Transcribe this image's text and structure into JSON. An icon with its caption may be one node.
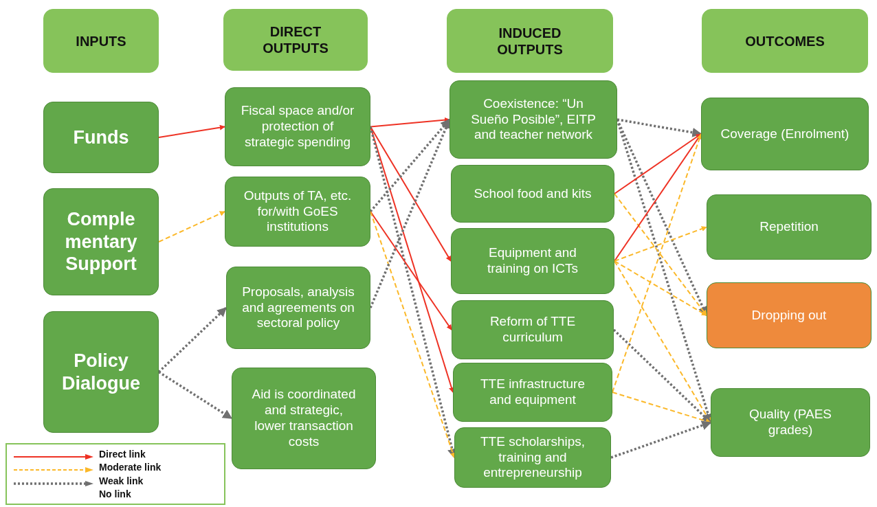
{
  "diagram": {
    "nodes": [
      {
        "text": [
          "INPUTS"
        ]
      },
      {
        "text": [
          "DIRECT OUTPUTS"
        ]
      },
      {
        "text": [
          "INDUCED OUTPUTS"
        ]
      },
      {
        "text": [
          "OUTCOMES"
        ]
      },
      {
        "text": [
          "Funds"
        ]
      },
      {
        "text": [
          "Comple mentary Support"
        ]
      },
      {
        "text": [
          "Policy Dialogue"
        ]
      },
      {
        "text": [
          "Fiscal space and/or protection of strategic spending"
        ]
      },
      {
        "text": [
          "Outputs of TA, etc. for/with GoES institutions"
        ]
      },
      {
        "text": [
          "Proposals, analysis and agreements on sectoral policy"
        ]
      },
      {
        "text": [
          "Aid is coordinated and strategic, lower transaction costs"
        ]
      },
      {
        "text": [
          "Coexistence: “Un Sueño Posible”, EITP and teacher network"
        ]
      },
      {
        "text": [
          "School food and kits"
        ]
      },
      {
        "text": [
          "Equipment and training on ICTs"
        ]
      },
      {
        "text": [
          "Reform of TTE curriculum"
        ]
      },
      {
        "text": [
          "TTE infrastructure and equipment"
        ]
      },
      {
        "text": [
          "TTE scholarships, training and entrepreneurship"
        ]
      },
      {
        "text": [
          "Coverage (Enrolment)"
        ]
      },
      {
        "text": [
          "Repetition"
        ]
      },
      {
        "text": [
          "Dropping out"
        ]
      },
      {
        "text": [
          "Quality (PAES grades)"
        ]
      }
    ],
    "edges": [
      {
        "from": 4,
        "to": 7,
        "arrow": "to",
        "color": "#ee3224"
      },
      {
        "from": 5,
        "to": 8,
        "arrow": "to",
        "style": "dashed",
        "color": "#fbb829"
      },
      {
        "from": 6,
        "to": 9,
        "arrow": "to",
        "style": "dashed"
      },
      {
        "from": 6,
        "to": 10,
        "arrow": "to",
        "style": "dashed"
      },
      {
        "from": 7,
        "to": 11,
        "arrow": "to",
        "color": "#ee3224"
      },
      {
        "from": 7,
        "to": 13,
        "arrow": "to",
        "color": "#ee3224"
      },
      {
        "from": 7,
        "to": 15,
        "arrow": "to",
        "color": "#ee3224"
      },
      {
        "from": 7,
        "to": 16,
        "arrow": "to",
        "style": "dashed"
      },
      {
        "from": 8,
        "to": 11,
        "arrow": "to",
        "style": "dashed"
      },
      {
        "from": 8,
        "to": 14,
        "arrow": "to",
        "color": "#ee3224"
      },
      {
        "from": 8,
        "to": 16,
        "arrow": "to",
        "style": "dashed",
        "color": "#fbb829"
      },
      {
        "from": 9,
        "to": 11,
        "arrow": "to",
        "style": "dashed"
      },
      {
        "from": 11,
        "to": 17,
        "arrow": "to",
        "style": "dashed"
      },
      {
        "from": 11,
        "to": 19,
        "arrow": "to",
        "style": "dashed"
      },
      {
        "from": 11,
        "to": 20,
        "arrow": "to",
        "style": "dashed"
      },
      {
        "from": 12,
        "to": 17,
        "arrow": "to",
        "color": "#ee3224"
      },
      {
        "from": 12,
        "to": 19,
        "arrow": "to",
        "style": "dashed",
        "color": "#fbb829"
      },
      {
        "from": 13,
        "to": 17,
        "arrow": "to",
        "color": "#ee3224"
      },
      {
        "from": 13,
        "to": 18,
        "arrow": "to",
        "style": "dashed",
        "color": "#fbb829"
      },
      {
        "from": 13,
        "to": 19,
        "arrow": "to",
        "style": "dashed",
        "color": "#fbb829"
      },
      {
        "from": 13,
        "to": 20,
        "arrow": "to",
        "style": "dashed",
        "color": "#fbb829"
      },
      {
        "from": 14,
        "to": 20,
        "arrow": "to",
        "style": "dashed"
      },
      {
        "from": 15,
        "to": 17,
        "arrow": "to",
        "style": "dashed",
        "color": "#fbb829"
      },
      {
        "from": 15,
        "to": 20,
        "arrow": "to",
        "style": "dashed",
        "color": "#fbb829"
      },
      {
        "from": 16,
        "to": 20,
        "arrow": "to",
        "style": "dashed"
      }
    ],
    "legend": [
      {
        "text": "Direct link"
      },
      {
        "text": "Moderate link"
      },
      {
        "text": "Weak link"
      },
      {
        "text": "No link"
      }
    ]
  }
}
